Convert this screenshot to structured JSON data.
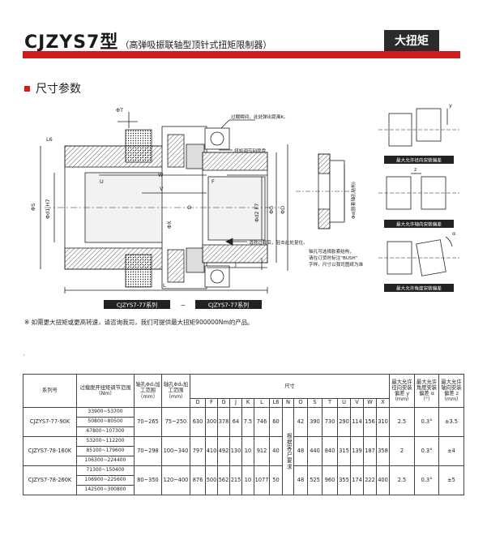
{
  "header": {
    "model": "CJZYS7",
    "model_suffix": "型",
    "subtitle": "（高弹吸振联轴型顶针式扭矩限制器）",
    "tag": "大扭矩",
    "brand_color": "#d21c1c"
  },
  "section": {
    "title": "尺寸参数"
  },
  "drawing": {
    "callouts": {
      "overload_gap": "过载瞬间，此处弹出距离K。",
      "torque_label": "扭矩调节刻度盘",
      "reset_hint": "消除过载后，轻击此处复位。",
      "bore_note_1": "轴孔可选择胀套结构，",
      "bore_note_2": "请在订货时标注“BUSH”",
      "bore_note_3": "字样，尺寸以我司图纸为准"
    },
    "dims": {
      "phiT": "ΦT",
      "L6": "L6",
      "U": "U",
      "W": "W",
      "V": "V",
      "F": "F",
      "phiS": "ΦS",
      "phid1": "Φd1 H7",
      "phid2": "Φd2 F7",
      "phiG": "ΦG",
      "phiD": "ΦD",
      "phiX": "ΦX",
      "O": "O",
      "J": "J",
      "L": "L",
      "phid_bush": "Φd(胀套轴孔结构)"
    },
    "series_left": "CJZYS7-77系列",
    "series_sep": "~",
    "series_right": "CJZYS7-77系列",
    "side_labels": [
      "最大允许径向安装偏差",
      "最大允许轴向安装偏差",
      "最大允许角度安装偏差"
    ],
    "side_dims": {
      "y": "y",
      "z": "z",
      "alpha": "α"
    }
  },
  "note": "※ 如需更大扭矩或更高转速，请咨询我司，我们可提供最大扭矩900000Nm的产品。",
  "table": {
    "headers": {
      "series": "系列号",
      "torque": "过载脱开扭矩调节范围（Nm）",
      "d1": "轴孔Φd₁加工范围（mm）",
      "d2": "轴孔Φd₂加工范围（mm）",
      "dims": "尺寸",
      "y": "最大允许径向安装偏差 y（mm）",
      "alpha": "最大允许角度安装偏差 α（°）",
      "z": "最大允许轴向安装偏差 z（mm）"
    },
    "dim_cols": [
      "D",
      "F",
      "G",
      "J",
      "K",
      "L",
      "L6",
      "N",
      "O",
      "S",
      "T",
      "U",
      "V",
      "W",
      "X"
    ],
    "n_note": "根据客户要求",
    "rows": [
      {
        "series": "CJZYS7-77-90K",
        "torques": [
          "33900~53700",
          "50800~80500",
          "67800~107300"
        ],
        "d1": "70~265",
        "d2": "75~250",
        "vals": [
          "630",
          "300",
          "378",
          "64",
          "7.5",
          "746",
          "60",
          "42",
          "390",
          "730",
          "290",
          "114",
          "156",
          "310"
        ],
        "y": "2.5",
        "alpha": "0.3°",
        "z": "±3.5"
      },
      {
        "series": "CJZYS7-78-160K",
        "torques": [
          "53200~112200",
          "85100~179600",
          "106300~224400"
        ],
        "d1": "70~298",
        "d2": "100~340",
        "vals": [
          "797",
          "410",
          "492",
          "130",
          "10",
          "912",
          "40",
          "48",
          "440",
          "840",
          "315",
          "139",
          "187",
          "358"
        ],
        "y": "2",
        "alpha": "0.3°",
        "z": "±4"
      },
      {
        "series": "CJZYS7-78-260K",
        "torques": [
          "71300~150400",
          "106900~225600",
          "142500~300800"
        ],
        "d1": "80~350",
        "d2": "120~400",
        "vals": [
          "876",
          "500",
          "562",
          "215",
          "10",
          "1077",
          "50",
          "48",
          "525",
          "960",
          "355",
          "174",
          "222",
          "400"
        ],
        "y": "2.5",
        "alpha": "0.3°",
        "z": "±5"
      }
    ]
  }
}
